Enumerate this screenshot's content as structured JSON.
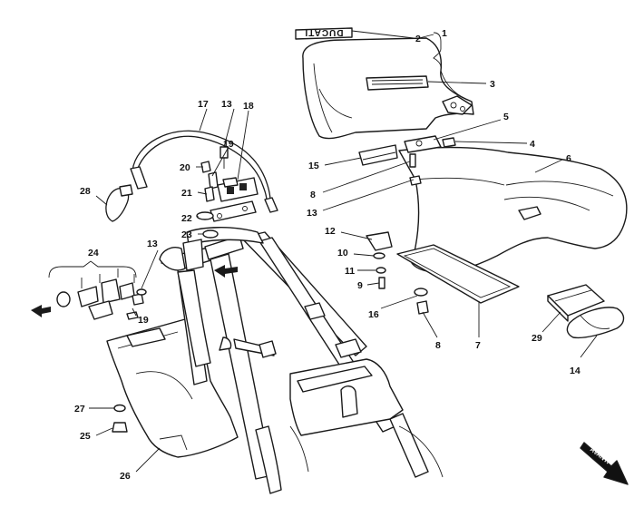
{
  "diagram": {
    "stamp_text": "DUCATI",
    "direction_label": "AVANTI",
    "labels": [
      {
        "id": "1",
        "text": "1"
      },
      {
        "id": "2",
        "text": "2"
      },
      {
        "id": "3",
        "text": "3"
      },
      {
        "id": "4",
        "text": "4"
      },
      {
        "id": "5",
        "text": "5"
      },
      {
        "id": "6",
        "text": "6"
      },
      {
        "id": "7",
        "text": "7"
      },
      {
        "id": "8a",
        "text": "8"
      },
      {
        "id": "8b",
        "text": "8"
      },
      {
        "id": "9",
        "text": "9"
      },
      {
        "id": "10",
        "text": "10"
      },
      {
        "id": "11",
        "text": "11"
      },
      {
        "id": "12",
        "text": "12"
      },
      {
        "id": "13a",
        "text": "13"
      },
      {
        "id": "13b",
        "text": "13"
      },
      {
        "id": "13c",
        "text": "13"
      },
      {
        "id": "14",
        "text": "14"
      },
      {
        "id": "15",
        "text": "15"
      },
      {
        "id": "16",
        "text": "16"
      },
      {
        "id": "17",
        "text": "17"
      },
      {
        "id": "18",
        "text": "18"
      },
      {
        "id": "19a",
        "text": "19"
      },
      {
        "id": "19b",
        "text": "19"
      },
      {
        "id": "20",
        "text": "20"
      },
      {
        "id": "21",
        "text": "21"
      },
      {
        "id": "22",
        "text": "22"
      },
      {
        "id": "23",
        "text": "23"
      },
      {
        "id": "24",
        "text": "24"
      },
      {
        "id": "25",
        "text": "25"
      },
      {
        "id": "26",
        "text": "26"
      },
      {
        "id": "27",
        "text": "27"
      },
      {
        "id": "28",
        "text": "28"
      },
      {
        "id": "29",
        "text": "29"
      }
    ]
  }
}
